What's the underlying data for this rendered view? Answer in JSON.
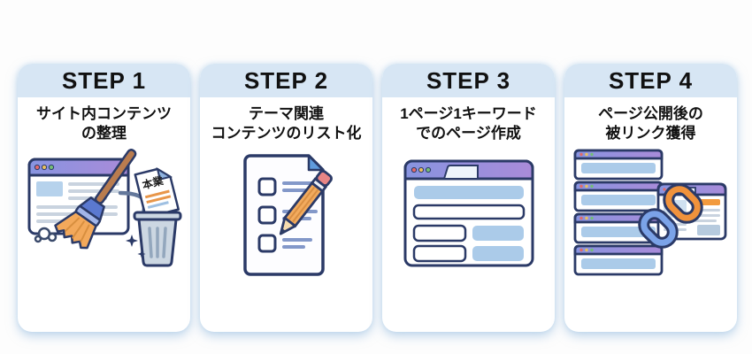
{
  "infographic": {
    "background": "#fdfdfd",
    "steps": [
      {
        "label": "STEP 1",
        "title_line1": "サイト内コンテンツ",
        "title_line2": "の整理",
        "illustration": "broom-sweeping-website-content-into-trash",
        "doc_label": "本業"
      },
      {
        "label": "STEP 2",
        "title_line1": "テーマ関連",
        "title_line2": "コンテンツのリスト化",
        "illustration": "checklist-with-pencil"
      },
      {
        "label": "STEP 3",
        "title_line1": "1ページ1キーワード",
        "title_line2": "でのページ作成",
        "illustration": "webpage-form-layout"
      },
      {
        "label": "STEP 4",
        "title_line1": "ページ公開後の",
        "title_line2": "被リンク獲得",
        "illustration": "page-stack-chain-link-to-webpage"
      }
    ],
    "colors": {
      "card_header_bg": "#d7e6f4",
      "card_body_bg": "#ffffff",
      "heading_text": "#111111",
      "icon_outline_navy": "#2b3a67",
      "titlebar_gradient_start": "#8894e0",
      "titlebar_gradient_end": "#a98bd9",
      "dot_red": "#e26a6a",
      "dot_yellow": "#e9c05e",
      "dot_green": "#74bd77",
      "accent_light_blue": "#abcbe9",
      "accent_orange": "#f29a3e",
      "broom_bristle_orange": "#f3a95b",
      "chain_link_blue": "#7ba3e8",
      "trash_gray": "#ccd7e2"
    }
  }
}
